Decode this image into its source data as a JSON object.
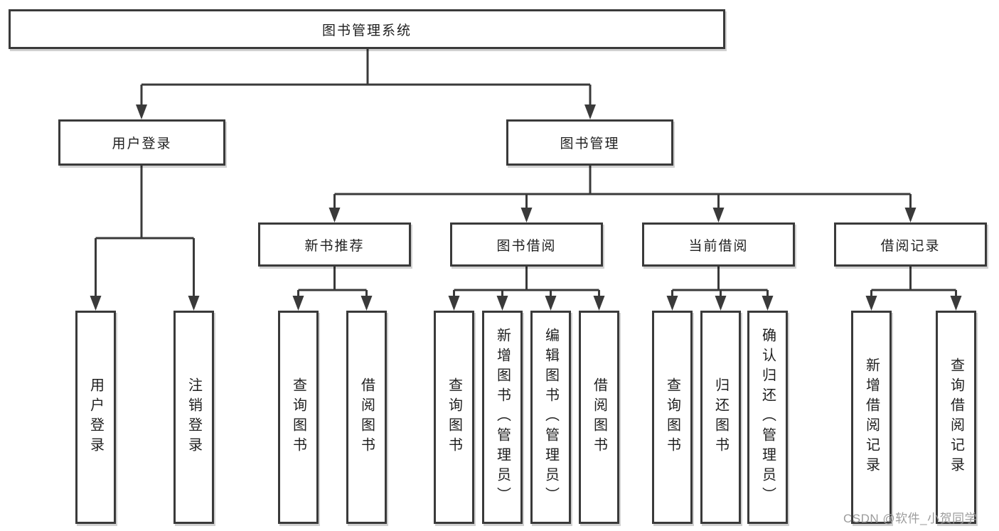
{
  "nodes": {
    "root": {
      "label": "图书管理系统"
    },
    "user_login": {
      "label": "用户登录"
    },
    "book_mgmt": {
      "label": "图书管理"
    },
    "new_books": {
      "label": "新书推荐"
    },
    "book_borrow": {
      "label": "图书借阅"
    },
    "current_borrow": {
      "label": "当前借阅"
    },
    "borrow_records": {
      "label": "借阅记录"
    },
    "leaf_user_login": {
      "label": "用户登录"
    },
    "leaf_logout": {
      "label": "注销登录"
    },
    "leaf_nb_query": {
      "label": "查询图书"
    },
    "leaf_nb_borrow": {
      "label": "借阅图书"
    },
    "leaf_bb_query": {
      "label": "查询图书"
    },
    "leaf_bb_add": {
      "label": "新增图书（管理员）"
    },
    "leaf_bb_edit": {
      "label": "编辑图书（管理员）"
    },
    "leaf_bb_borrow": {
      "label": "借阅图书"
    },
    "leaf_cb_query": {
      "label": "查询图书"
    },
    "leaf_cb_return": {
      "label": "归还图书"
    },
    "leaf_cb_confirm": {
      "label": "确认归还（管理员）"
    },
    "leaf_br_add": {
      "label": "新增借阅记录"
    },
    "leaf_br_query": {
      "label": "查询借阅记录"
    }
  },
  "hierarchy": [
    {
      "parent": "图书管理系统",
      "children": [
        "用户登录",
        "图书管理"
      ]
    },
    {
      "parent": "用户登录",
      "children": [
        "用户登录",
        "注销登录"
      ]
    },
    {
      "parent": "图书管理",
      "children": [
        "新书推荐",
        "图书借阅",
        "当前借阅",
        "借阅记录"
      ]
    },
    {
      "parent": "新书推荐",
      "children": [
        "查询图书",
        "借阅图书"
      ]
    },
    {
      "parent": "图书借阅",
      "children": [
        "查询图书",
        "新增图书（管理员）",
        "编辑图书（管理员）",
        "借阅图书"
      ]
    },
    {
      "parent": "当前借阅",
      "children": [
        "查询图书",
        "归还图书",
        "确认归还（管理员）"
      ]
    },
    {
      "parent": "借阅记录",
      "children": [
        "新增借阅记录",
        "查询借阅记录"
      ]
    }
  ],
  "watermark": {
    "text": "CSDN @软件_小贺同学"
  },
  "colors": {
    "line": "#3a3a3a",
    "box_border": "#3a3a3a",
    "text": "#1f1f1f",
    "watermark": "#9c9c9c",
    "background": "#ffffff"
  }
}
